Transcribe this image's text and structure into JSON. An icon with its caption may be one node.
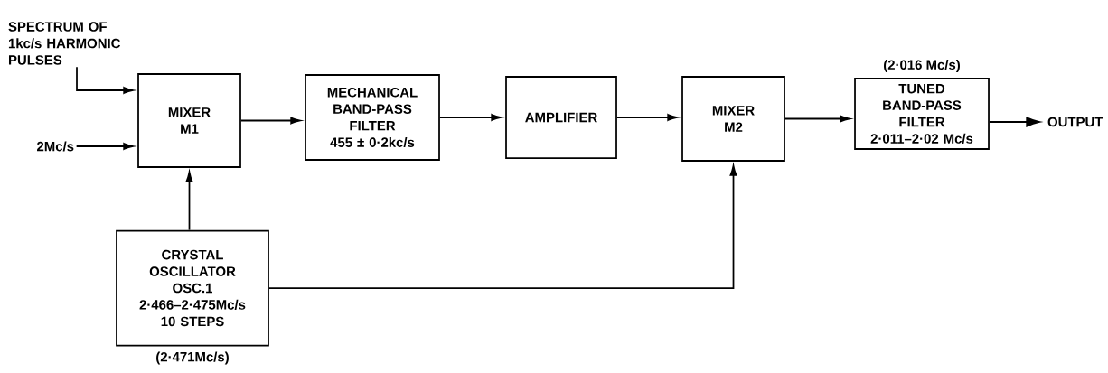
{
  "diagram": {
    "nodes": [
      {
        "text": [
          "SPECTRUM OF 1kc/s HARMONIC PULSES"
        ]
      },
      {
        "text": [
          "2Mc/s"
        ]
      },
      {
        "text": [
          "MIXER M1"
        ]
      },
      {
        "text": [
          "MECHANICAL BAND-PASS FILTER",
          "455 ± 0·2kc/s"
        ]
      },
      {
        "text": [
          "AMPLIFIER"
        ]
      },
      {
        "text": [
          "MIXER M2"
        ]
      },
      {
        "text": [
          "TUNED BAND-PASS FILTER",
          "2·011–2·02 Mc/s"
        ],
        "beside": [
          "(2·016 Mc/s)"
        ]
      },
      {
        "text": [
          "CRYSTAL OSCILLATOR",
          "OSC.1",
          "2·466–2·475Mc/s",
          "10 STEPS"
        ],
        "beside": [
          "(2·471Mc/s)"
        ]
      },
      {
        "text": [
          "OUTPUT"
        ]
      }
    ],
    "edges": [
      {
        "from": 0,
        "to": 2,
        "arrow": "to"
      },
      {
        "from": 1,
        "to": 2,
        "arrow": "to"
      },
      {
        "from": 2,
        "to": 3,
        "arrow": "to"
      },
      {
        "from": 3,
        "to": 4,
        "arrow": "to"
      },
      {
        "from": 4,
        "to": 5,
        "arrow": "to"
      },
      {
        "from": 5,
        "to": 6,
        "arrow": "to"
      },
      {
        "from": 7,
        "to": 2,
        "arrow": "to"
      },
      {
        "from": 7,
        "to": 5,
        "arrow": "to"
      },
      {
        "from": 6,
        "to": 8,
        "arrow": "to"
      }
    ]
  }
}
